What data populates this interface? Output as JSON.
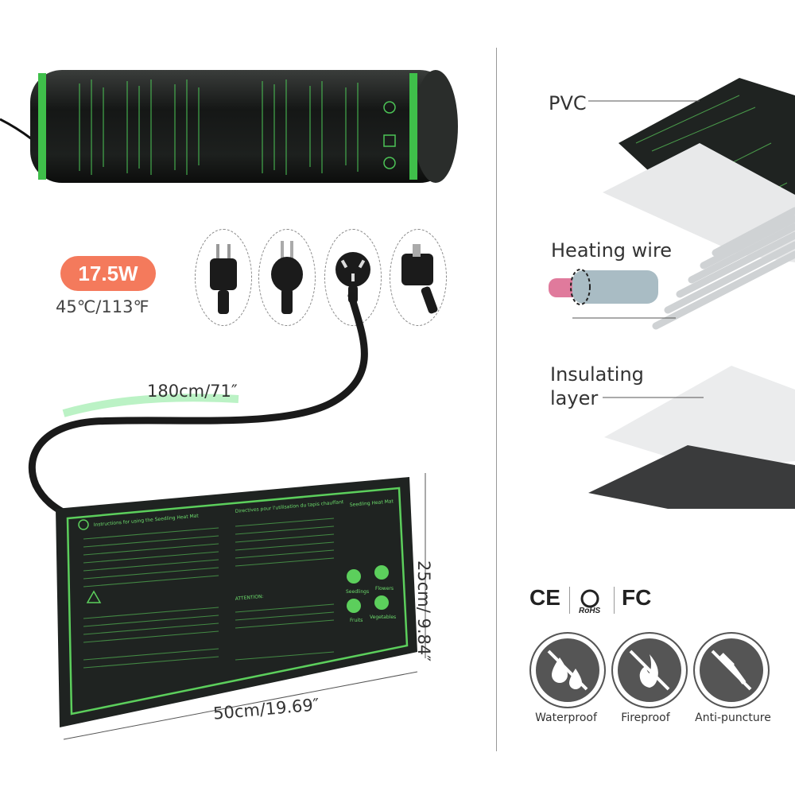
{
  "power": {
    "wattage": "17.5W",
    "temperature": "45℃/113℉"
  },
  "dimensions": {
    "cord": "180cm/71″",
    "height": "25cm/ 9.84″",
    "width": "50cm/19.69″"
  },
  "layers": {
    "pvc": "PVC",
    "heating_wire": "Heating wire",
    "insulating_line1": "Insulating",
    "insulating_line2": "layer"
  },
  "certifications": {
    "ce": "CE",
    "rohs": "RoHS",
    "fc": "FC"
  },
  "features": [
    {
      "label": "Waterproof"
    },
    {
      "label": "Fireproof"
    },
    {
      "label": "Anti-puncture"
    }
  ],
  "mat": {
    "instructions_title": "Instructions for using the Seedling Heat Mat",
    "directives_title": "Directives pour l'utilisation du tapis chauffant",
    "product_title": "Seedling Heat Mat",
    "attention": "ATTENTION:",
    "seedlings": "Seedlings",
    "flowers": "Flowers",
    "fruits": "Fruits",
    "vegetables": "Vegetables"
  },
  "colors": {
    "accent": "#f47a5c",
    "mat_green": "#5ccf5c",
    "mat_black": "#1f2321"
  }
}
